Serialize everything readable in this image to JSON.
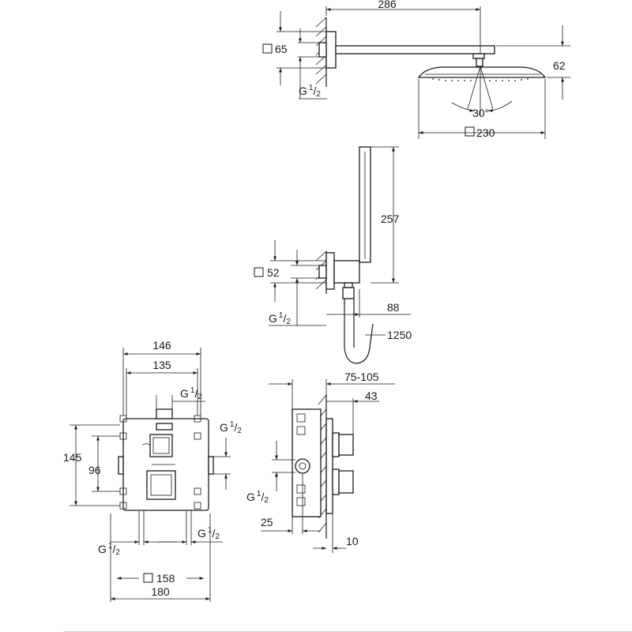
{
  "shower_head": {
    "arm_length": "286",
    "flange_size": "65",
    "thread": "G",
    "thread_frac": "1/2",
    "height": "62",
    "angle": "30",
    "degree_sign": "°",
    "head_size": "230"
  },
  "hand_shower": {
    "holder_size": "52",
    "length": "257",
    "hose_length": "1250",
    "projection": "88",
    "thread": "G",
    "thread_frac": "1/2"
  },
  "valve_front": {
    "width_outer": "146",
    "width_inner": "135",
    "height": "145",
    "spacing": "96",
    "plate_size": "158",
    "total_width": "180",
    "thread_top": "G",
    "thread_right": "G",
    "thread_bottom_left": "G",
    "thread_bottom_right": "G",
    "thread_frac": "1/2"
  },
  "valve_side": {
    "depth_range": "75-105",
    "depth": "43",
    "offset": "25",
    "plate_thickness": "10",
    "thread": "G",
    "thread_frac": "1/2"
  }
}
